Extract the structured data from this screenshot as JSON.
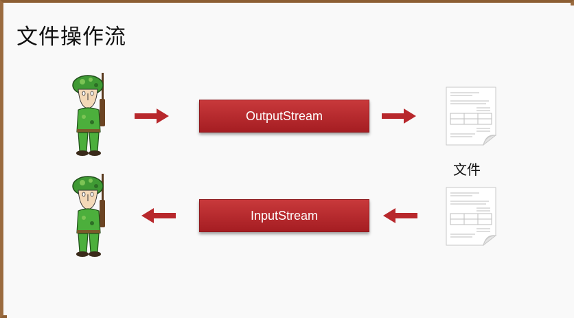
{
  "slide": {
    "title": "文件操作流",
    "output_label": "OutputStream",
    "input_label": "InputStream",
    "file_label": "文件"
  },
  "colors": {
    "stream_box": "#b32a2e",
    "arrow": "#b8282c",
    "soldier_uniform": "#4caf3c",
    "background": "#f9f9f9",
    "frame": "#a8774a"
  },
  "icons": {
    "writer": "soldier-icon",
    "reader": "soldier-icon",
    "file": "document-icon"
  }
}
